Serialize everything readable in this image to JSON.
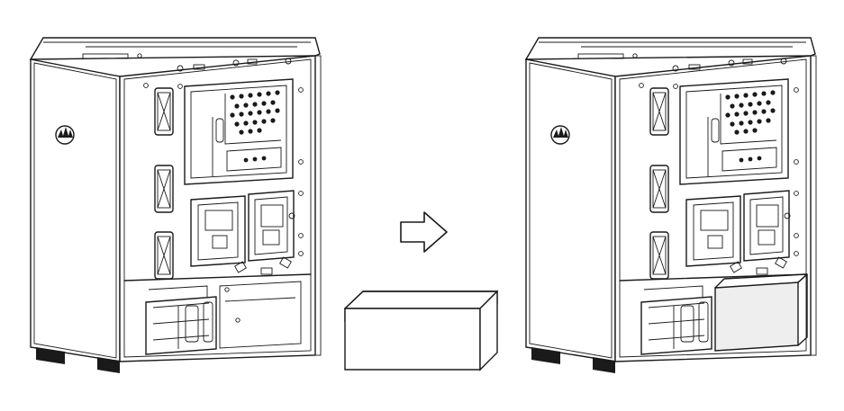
{
  "diagram": {
    "steps": [
      "case-without-psu",
      "psu",
      "case-with-psu-installed"
    ],
    "connector": "arrow-right",
    "colors": {
      "line": "#1a1a1a",
      "background": "#ffffff",
      "psu_fill": "#eeeeee"
    }
  }
}
